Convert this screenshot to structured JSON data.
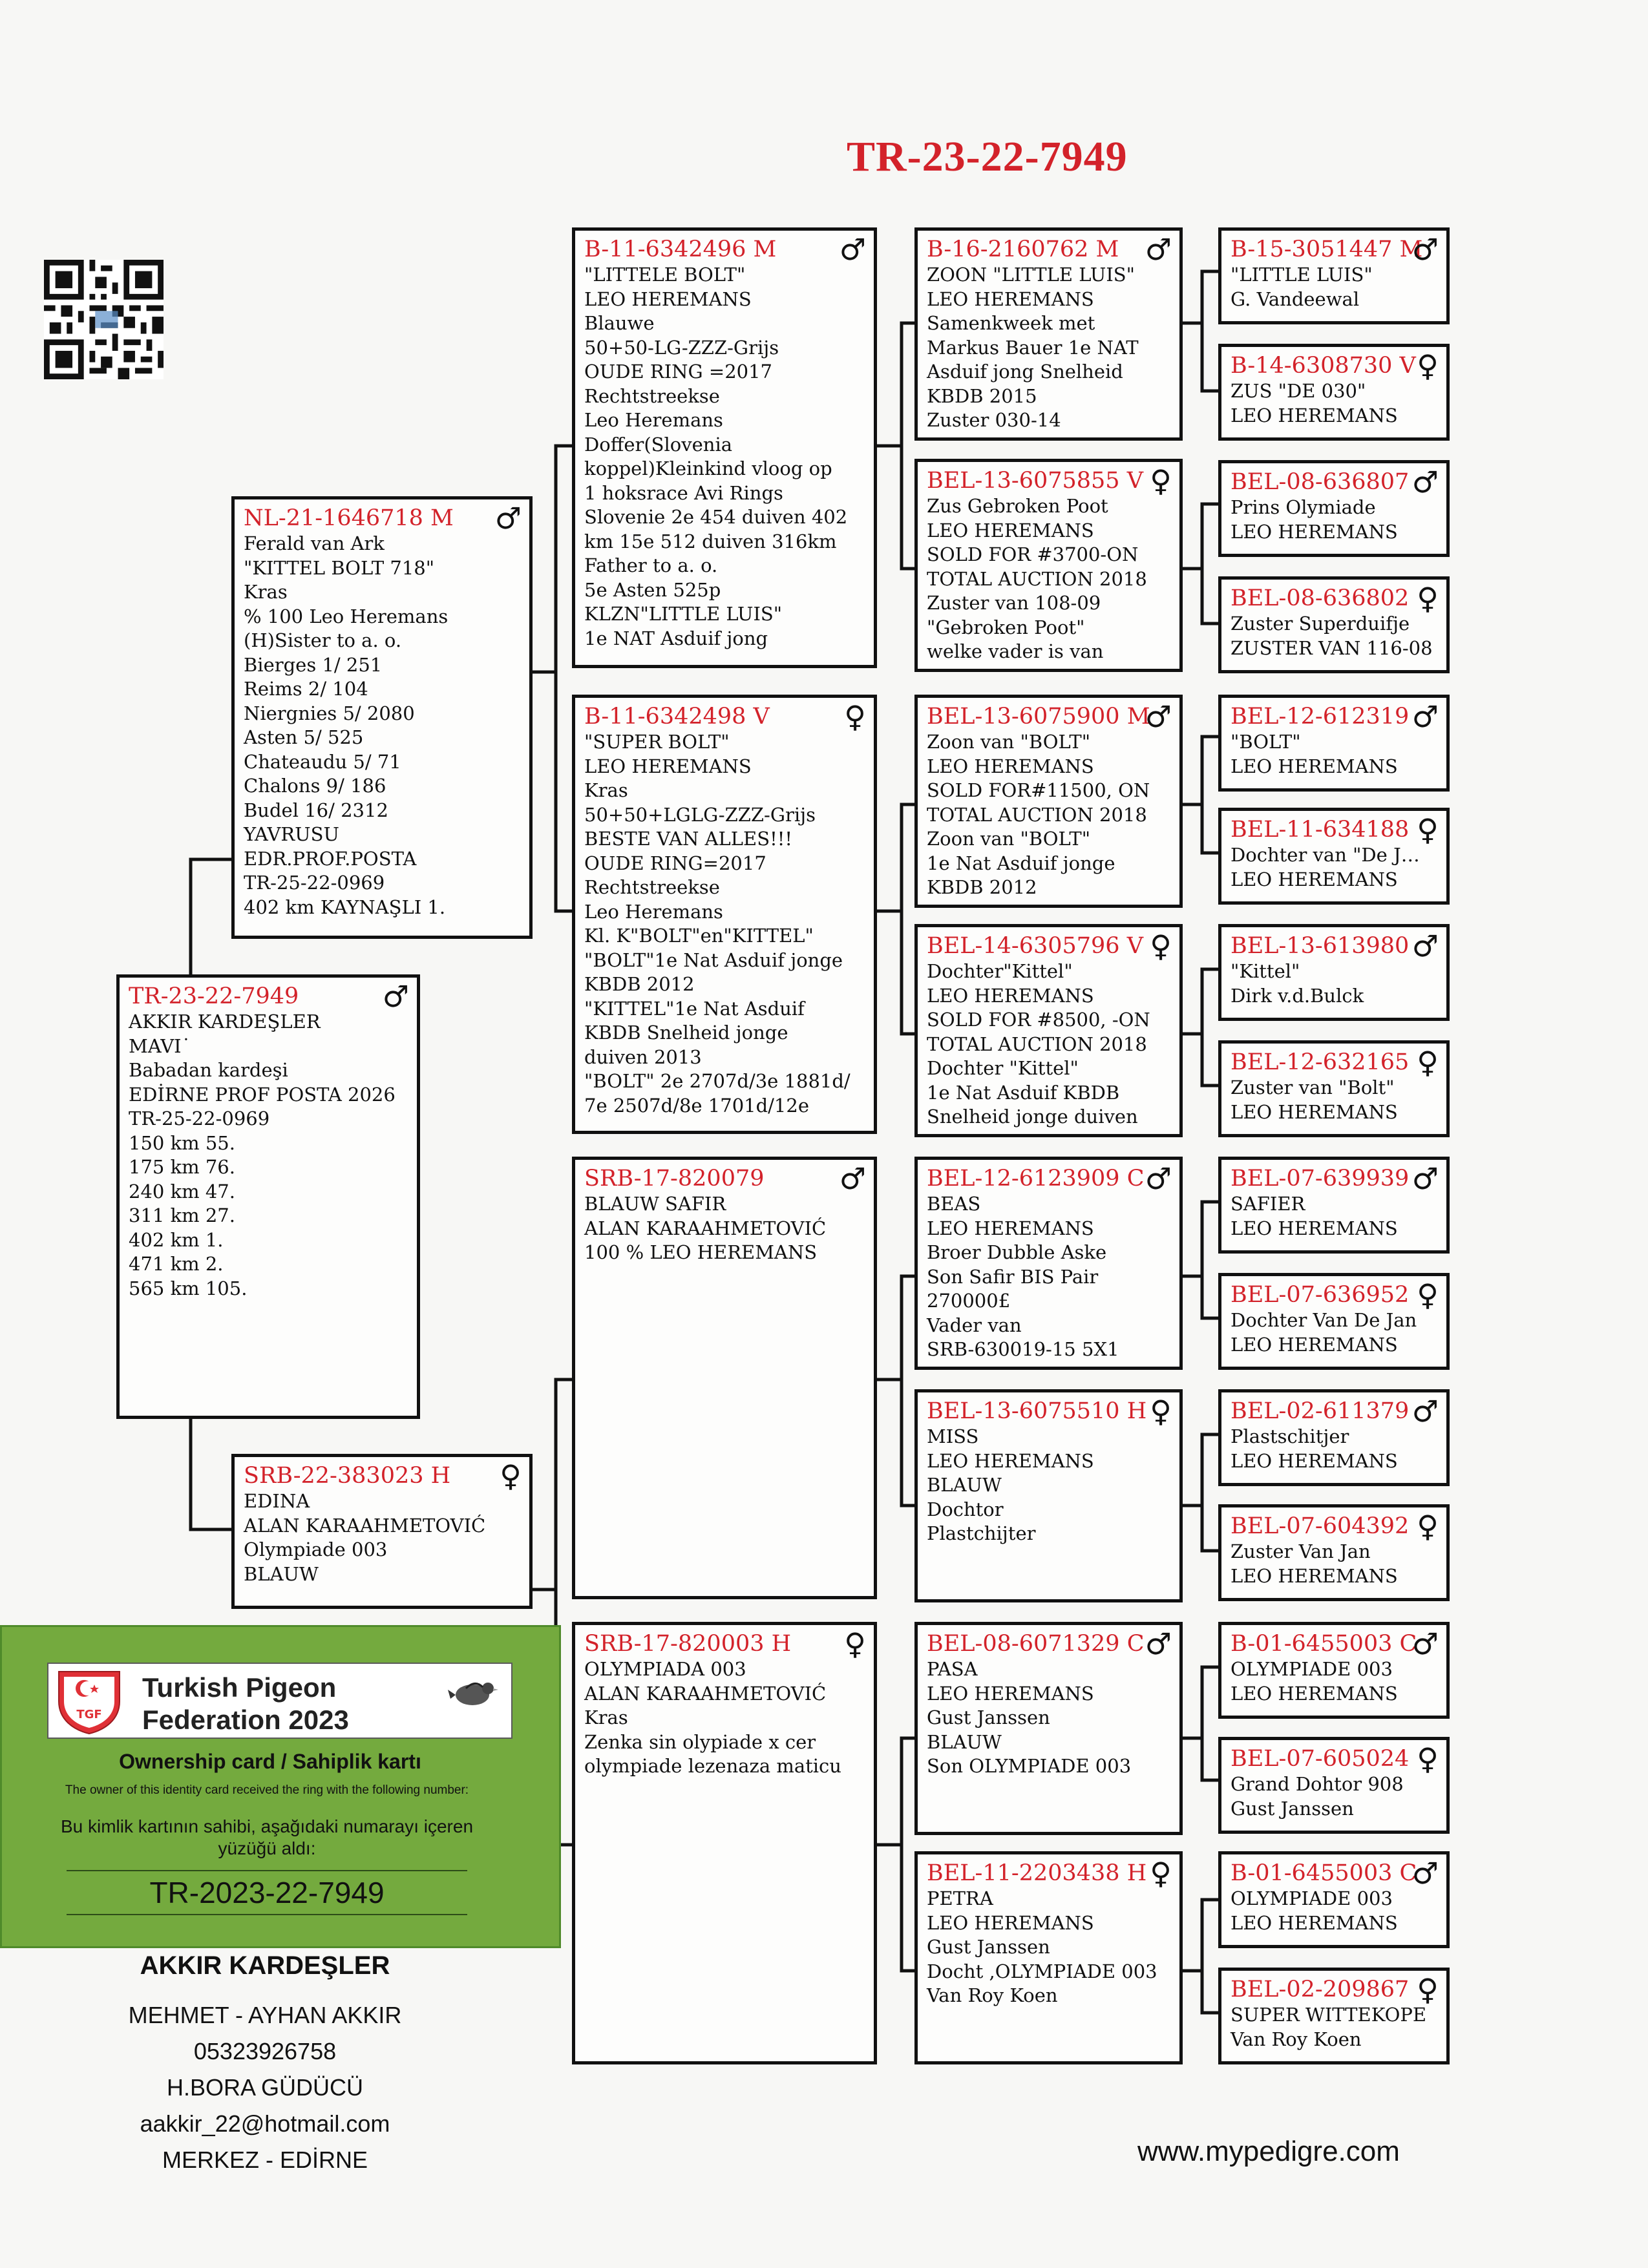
{
  "title": "TR-23-22-7949",
  "pigeons": [
    {
      "id": "subject",
      "ring": "TR-23-22-7949",
      "sex": "♂",
      "lines": [
        "AKKIR KARDEŞLER",
        "MAVI˙",
        "Babadan kardeşi",
        "EDİRNE PROF POSTA 2026",
        "TR-25-22-0969",
        "150 km 55.",
        "175 km 76.",
        "240 km 47.",
        "311 km 27.",
        "402 km  1.",
        "471 km  2.",
        "565 km 105."
      ]
    },
    {
      "id": "sire",
      "ring": "NL-21-1646718 M",
      "sex": "♂",
      "lines": [
        "Ferald van Ark",
        "\"KITTEL BOLT 718\"",
        "Kras",
        "% 100 Leo Heremans",
        "(H)Sister to a. o.",
        "Bierges    1/  251",
        "Reims      2/  104",
        "Niergnies  5/ 2080",
        "Asten     5/  525",
        "Chateaudu  5/   71",
        "Chalons    9/  186",
        "Budel    16/  2312",
        "YAVRUSU",
        "EDR.PROF.POSTA",
        "TR-25-22-0969",
        "402 km KAYNAŞLI 1."
      ]
    },
    {
      "id": "dam",
      "ring": "SRB-22-383023 H",
      "sex": "♀",
      "lines": [
        "EDINA",
        "ALAN KARAAHMETOVIĆ",
        "Olympiade 003",
        "BLAUW"
      ]
    },
    {
      "id": "ss",
      "ring": "B-11-6342496 M",
      "sex": "♂",
      "lines": [
        "\"LITTELE BOLT\"",
        "LEO HEREMANS",
        "Blauwe",
        "50+50-LG-ZZZ-Grijs",
        "OUDE RING =2017",
        "Rechtstreekse",
        "Leo Heremans",
        "Doffer(Slovenia",
        "koppel)Kleinkind vloog op",
        "1 hoksrace Avi Rings",
        "Slovenie 2e 454 duiven 402",
        "km 15e 512 duiven 316km",
        "Father to a. o.",
        "5e Asten 525p",
        "KLZN\"LITTLE LUIS\"",
        "1e NAT Asduif jong"
      ]
    },
    {
      "id": "sd",
      "ring": "B-11-6342498 V",
      "sex": "♀",
      "lines": [
        "\"SUPER BOLT\"",
        "LEO HEREMANS",
        "Kras",
        "50+50+LGLG-ZZZ-Grijs",
        "BESTE VAN ALLES!!!",
        "OUDE RING=2017",
        "Rechtstreekse",
        "Leo Heremans",
        "Kl. K\"BOLT\"en\"KITTEL\"",
        "\"BOLT\"1e Nat Asduif jonge",
        "KBDB 2012",
        "\"KITTEL\"1e Nat Asduif",
        "KBDB Snelheid jonge",
        "duiven 2013",
        "\"BOLT\" 2e 2707d/3e 1881d/",
        "7e 2507d/8e 1701d/12e"
      ]
    },
    {
      "id": "ds",
      "ring": "SRB-17-820079",
      "sex": "♂",
      "lines": [
        "BLAUW SAFIR",
        "ALAN KARAAHMETOVIĆ",
        "100 % LEO HEREMANS"
      ]
    },
    {
      "id": "dd",
      "ring": "SRB-17-820003 H",
      "sex": "♀",
      "lines": [
        "OLYMPIADA 003",
        "ALAN KARAAHMETOVIĆ",
        "Kras",
        "Zenka sin olypiade x cer",
        "olympiade lezenaza maticu"
      ]
    },
    {
      "id": "sss",
      "ring": "B-16-2160762 M",
      "sex": "♂",
      "lines": [
        "ZOON \"LITTLE LUIS\"",
        "LEO HEREMANS",
        "Samenkweek met",
        "Markus Bauer 1e NAT",
        "Asduif jong Snelheid",
        "KBDB 2015",
        "Zuster 030-14"
      ]
    },
    {
      "id": "ssd",
      "ring": "BEL-13-6075855 V",
      "sex": "♀",
      "lines": [
        "Zus Gebroken Poot",
        "LEO HEREMANS",
        "SOLD FOR #3700-ON",
        "TOTAL AUCTION 2018",
        "Zuster van 108-09",
        "\"Gebroken Poot\"",
        "welke vader is van"
      ]
    },
    {
      "id": "sds",
      "ring": "BEL-13-6075900 M",
      "sex": "♂",
      "lines": [
        "Zoon van \"BOLT\"",
        "LEO HEREMANS",
        "SOLD FOR#11500, ON",
        "TOTAL AUCTION 2018",
        "Zoon van \"BOLT\"",
        "1e Nat Asduif jonge",
        "KBDB 2012"
      ]
    },
    {
      "id": "sdd",
      "ring": "BEL-14-6305796 V",
      "sex": "♀",
      "lines": [
        "Dochter\"Kittel\"",
        "LEO HEREMANS",
        "SOLD FOR #8500, -ON",
        "TOTAL AUCTION 2018",
        "Dochter \"Kittel\"",
        "1e Nat Asduif KBDB",
        "Snelheid jonge duiven"
      ]
    },
    {
      "id": "dss",
      "ring": "BEL-12-6123909 C",
      "sex": "♂",
      "lines": [
        "BEAS",
        "LEO HEREMANS",
        "Broer Dubble Aske",
        "Son Safir BIS Pair",
        "270000£",
        "Vader van",
        "SRB-630019-15 5X1"
      ]
    },
    {
      "id": "dsd",
      "ring": "BEL-13-6075510 H",
      "sex": "♀",
      "lines": [
        "MISS",
        "LEO HEREMANS",
        "BLAUW",
        "Dochtor",
        "Plastchijter"
      ]
    },
    {
      "id": "dds",
      "ring": "BEL-08-6071329 C",
      "sex": "♂",
      "lines": [
        "PASA",
        "LEO HEREMANS",
        "Gust Janssen",
        "BLAUW",
        "Son OLYMPIADE 003"
      ]
    },
    {
      "id": "ddd",
      "ring": "BEL-11-2203438 H",
      "sex": "♀",
      "lines": [
        "PETRA",
        "LEO HEREMANS",
        "Gust Janssen",
        "Docht ,OLYMPIADE 003",
        "Van Roy Koen"
      ]
    },
    {
      "id": "g1",
      "ring": "B-15-3051447 M",
      "sex": "♂",
      "lines": [
        "\"LITTLE LUIS\"",
        "G. Vandeewal"
      ]
    },
    {
      "id": "g2",
      "ring": "B-14-6308730 V",
      "sex": "♀",
      "lines": [
        "ZUS \"DE 030\"",
        "LEO HEREMANS"
      ]
    },
    {
      "id": "g3",
      "ring": "BEL-08-636807",
      "sex": "♂",
      "lines": [
        "Prins Olymiade",
        "LEO HEREMANS"
      ]
    },
    {
      "id": "g4",
      "ring": "BEL-08-636802",
      "sex": "♀",
      "lines": [
        "Zuster Superduifje",
        "ZUSTER VAN 116-08"
      ]
    },
    {
      "id": "g5",
      "ring": "BEL-12-612319",
      "sex": "♂",
      "lines": [
        "\"BOLT\"",
        "LEO HEREMANS"
      ]
    },
    {
      "id": "g6",
      "ring": "BEL-11-634188",
      "sex": "♀",
      "lines": [
        "Dochter van \"De J…",
        "LEO HEREMANS"
      ]
    },
    {
      "id": "g7",
      "ring": "BEL-13-613980",
      "sex": "♂",
      "lines": [
        "\"Kittel\"",
        "Dirk v.d.Bulck"
      ]
    },
    {
      "id": "g8",
      "ring": "BEL-12-632165",
      "sex": "♀",
      "lines": [
        "Zuster van \"Bolt\"",
        "LEO HEREMANS"
      ]
    },
    {
      "id": "g9",
      "ring": "BEL-07-639939",
      "sex": "♂",
      "lines": [
        "SAFIER",
        "LEO HEREMANS"
      ]
    },
    {
      "id": "g10",
      "ring": "BEL-07-636952",
      "sex": "♀",
      "lines": [
        "Dochter Van De Jan",
        "LEO HEREMANS"
      ]
    },
    {
      "id": "g11",
      "ring": "BEL-02-611379",
      "sex": "♂",
      "lines": [
        "Plastschitjer",
        "LEO HEREMANS"
      ]
    },
    {
      "id": "g12",
      "ring": "BEL-07-604392",
      "sex": "♀",
      "lines": [
        "Zuster Van Jan",
        "LEO HEREMANS"
      ]
    },
    {
      "id": "g13",
      "ring": "B-01-6455003 C",
      "sex": "♂",
      "lines": [
        "OLYMPIADE 003",
        "LEO HEREMANS"
      ]
    },
    {
      "id": "g14",
      "ring": "BEL-07-605024",
      "sex": "♀",
      "lines": [
        "Grand Dohtor 908",
        "Gust Janssen"
      ]
    },
    {
      "id": "g15",
      "ring": "B-01-6455003 C",
      "sex": "♂",
      "lines": [
        "OLYMPIADE 003",
        "LEO HEREMANS"
      ]
    },
    {
      "id": "g16",
      "ring": "BEL-02-209867",
      "sex": "♀",
      "lines": [
        "SUPER WITTEKOPE",
        "Van Roy Koen"
      ]
    }
  ],
  "card": {
    "title_line1": "Turkish Pigeon",
    "title_line2": "Federation 2023",
    "logo_text": "TGF",
    "subtitle": "Ownership card / Sahiplik kartı",
    "note_en": "The owner of this identity card received the ring with the following number:",
    "note_tr": "Bu kimlik kartının sahibi, aşağıdaki numarayı içeren yüzüğü aldı:",
    "number": "TR-2023-22-7949"
  },
  "owner": {
    "name": "AKKIR KARDEŞLER",
    "lines": [
      "MEHMET - AYHAN AKKIR",
      "05323926758",
      "H.BORA GÜDÜCÜ",
      "aakkir_22@hotmail.com",
      "MERKEZ - EDİRNE"
    ]
  },
  "website": "www.mypedigre.com",
  "colors": {
    "ring": "#d3222a",
    "card": "#74aa3e",
    "border": "#111111"
  }
}
